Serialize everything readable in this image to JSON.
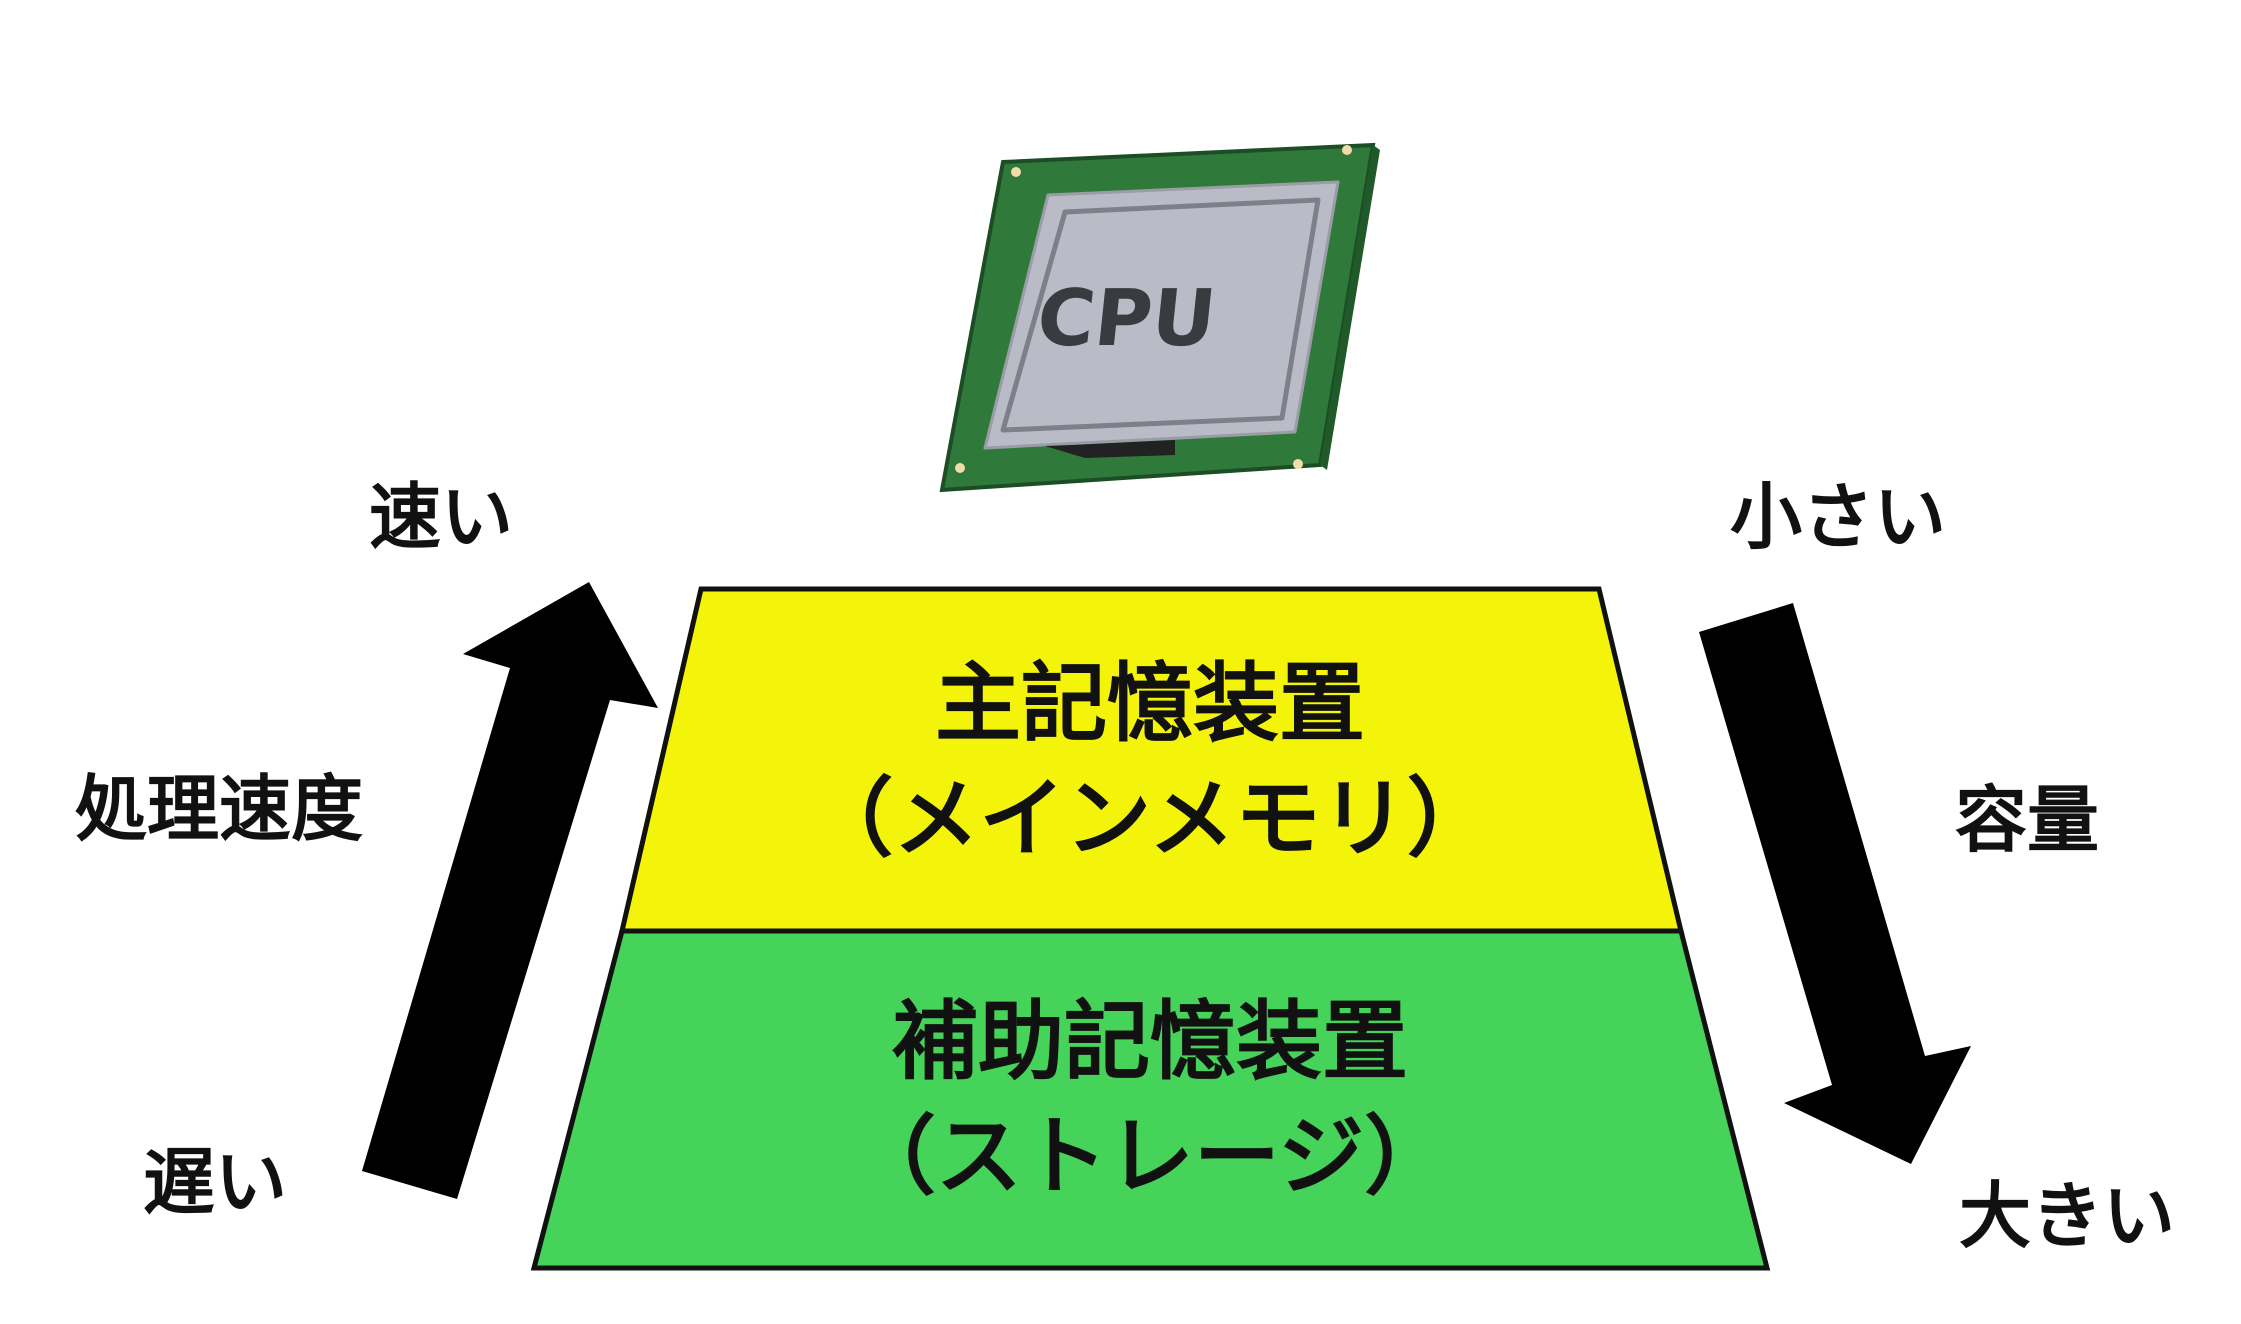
{
  "cpu": {
    "label": "CPU"
  },
  "pyramid": {
    "top": {
      "title": "主記憶装置",
      "subtitle": "（メインメモリ）",
      "color": "#f4f40a"
    },
    "bottom": {
      "title": "補助記憶装置",
      "subtitle": "（ストレージ）",
      "color": "#46d35a"
    }
  },
  "left_axis": {
    "label": "処理速度",
    "top": "速い",
    "bottom": "遅い"
  },
  "right_axis": {
    "label": "容量",
    "top": "小さい",
    "bottom": "大きい"
  }
}
